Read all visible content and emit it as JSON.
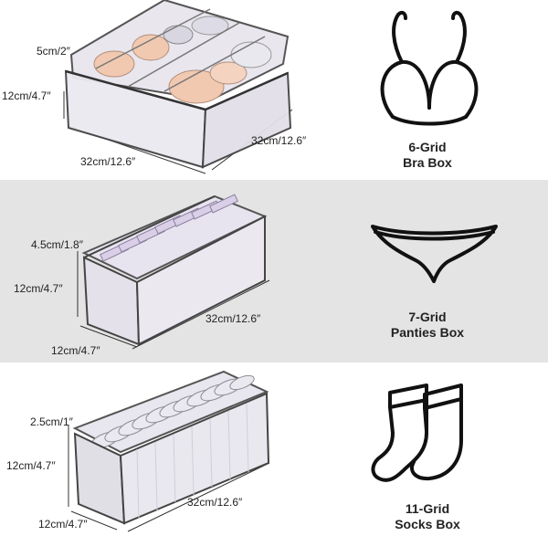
{
  "rows": [
    {
      "name": "bra",
      "dims": {
        "top": "5cm/2″",
        "height": "12cm/4.7″",
        "front": "32cm/12.6″",
        "side": "32cm/12.6″"
      },
      "caption": {
        "line1": "6-Grid",
        "line2": "Bra Box"
      },
      "icon": "bra-icon"
    },
    {
      "name": "panties",
      "dims": {
        "top": "4.5cm/1.8″",
        "height": "12cm/4.7″",
        "front": "12cm/4.7″",
        "side": "32cm/12.6″"
      },
      "caption": {
        "line1": "7-Grid",
        "line2": "Panties Box"
      },
      "icon": "panties-icon"
    },
    {
      "name": "socks",
      "dims": {
        "top": "2.5cm/1″",
        "height": "12cm/4.7″",
        "front": "12cm/4.7″",
        "side": "32cm/12.6″"
      },
      "caption": {
        "line1": "11-Grid",
        "line2": "Socks Box"
      },
      "icon": "socks-icon"
    }
  ],
  "colors": {
    "band_alt": "#e4e4e4",
    "box_edge": "#555555",
    "box_fill": "#e9e6ee",
    "icon_stroke": "#111111"
  }
}
